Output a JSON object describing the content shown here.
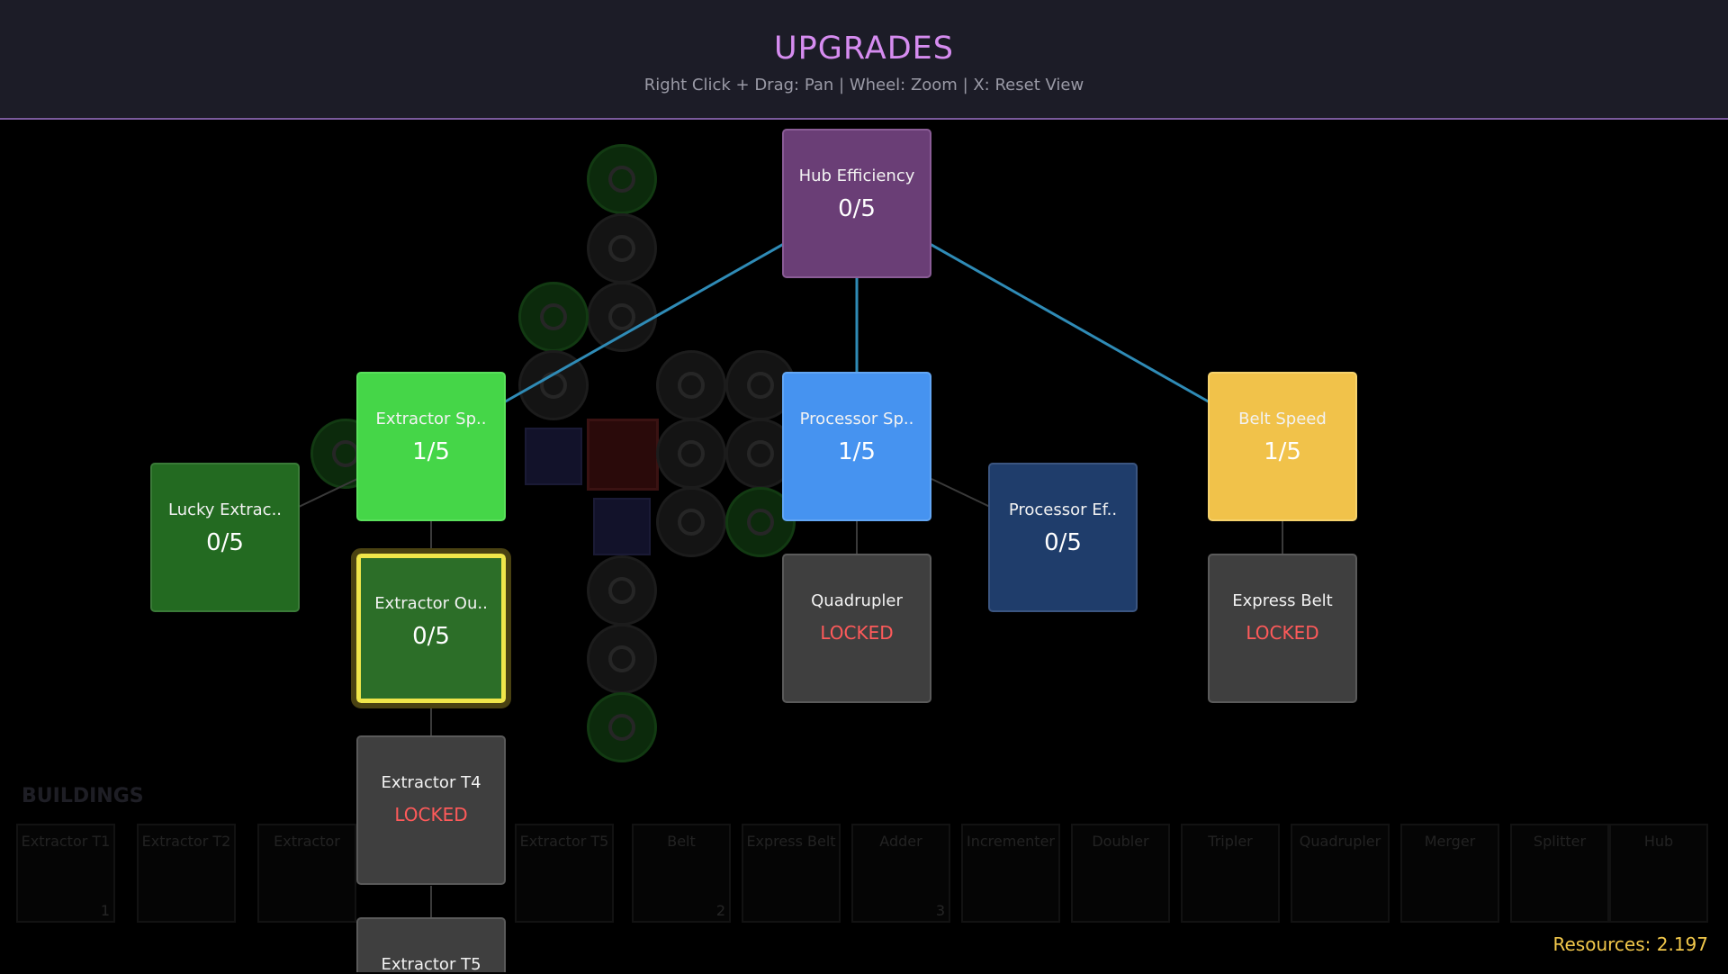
{
  "header": {
    "title": "UPGRADES",
    "hint": "Right Click + Drag: Pan | Wheel: Zoom | X: Reset View"
  },
  "colors": {
    "header_bg": "#1c1c27",
    "title": "#d68cf0",
    "connection": "#2f8bb6",
    "locked_text": "#ff5a5a",
    "resources_text": "#f2c84b",
    "selected_border": "#f0e64a"
  },
  "upgrades": [
    {
      "id": "hub-efficiency",
      "name": "Hub Efficiency",
      "level": "0/5",
      "color": "#6a3e76",
      "border": "#8a5c96"
    },
    {
      "id": "extractor-speed",
      "name": "Extractor Sp..",
      "level": "1/5",
      "color": "#45d648",
      "border": "#5ae05c"
    },
    {
      "id": "processor-speed",
      "name": "Processor Sp..",
      "level": "1/5",
      "color": "#4693f0",
      "border": "#62a6f4"
    },
    {
      "id": "belt-speed",
      "name": "Belt Speed",
      "level": "1/5",
      "color": "#f1c24a",
      "border": "#f6d26c"
    },
    {
      "id": "lucky-extractor",
      "name": "Lucky Extrac..",
      "level": "0/5",
      "color": "#236a21",
      "border": "#3a7a38"
    },
    {
      "id": "extractor-output",
      "name": "Extractor Ou..",
      "level": "0/5",
      "color": "#2c6e28",
      "border": "#f0e64a",
      "selected": true
    },
    {
      "id": "processor-efficiency",
      "name": "Processor Ef..",
      "level": "0/5",
      "color": "#1f3d6b",
      "border": "#3b5580"
    },
    {
      "id": "quadrupler",
      "name": "Quadrupler",
      "level": "LOCKED",
      "color": "#3f3f3f",
      "border": "#5a5a5a",
      "locked": true
    },
    {
      "id": "express-belt",
      "name": "Express Belt",
      "level": "LOCKED",
      "color": "#3f3f3f",
      "border": "#5a5a5a",
      "locked": true
    },
    {
      "id": "extractor-t4",
      "name": "Extractor T4",
      "level": "LOCKED",
      "color": "#3f3f3f",
      "border": "#5a5a5a",
      "locked": true
    },
    {
      "id": "extractor-t5",
      "name": "Extractor T5",
      "level": "",
      "color": "#3f3f3f",
      "border": "#5a5a5a",
      "locked": true
    }
  ],
  "buildings": {
    "title": "BUILDINGS",
    "slots": [
      {
        "name": "Extractor T1",
        "key": "1"
      },
      {
        "name": "Extractor T2",
        "key": ""
      },
      {
        "name": "Extractor",
        "key": ""
      },
      {
        "name": "Extractor T5",
        "key": ""
      },
      {
        "name": "Belt",
        "key": "2"
      },
      {
        "name": "Express Belt",
        "key": ""
      },
      {
        "name": "Adder",
        "key": "3"
      },
      {
        "name": "Incrementer",
        "key": ""
      },
      {
        "name": "Doubler",
        "key": ""
      },
      {
        "name": "Tripler",
        "key": ""
      },
      {
        "name": "Quadrupler",
        "key": ""
      },
      {
        "name": "Merger",
        "key": ""
      },
      {
        "name": "Splitter",
        "key": ""
      },
      {
        "name": "Hub",
        "key": ""
      }
    ]
  },
  "resources": {
    "label": "Resources: 2.197"
  }
}
